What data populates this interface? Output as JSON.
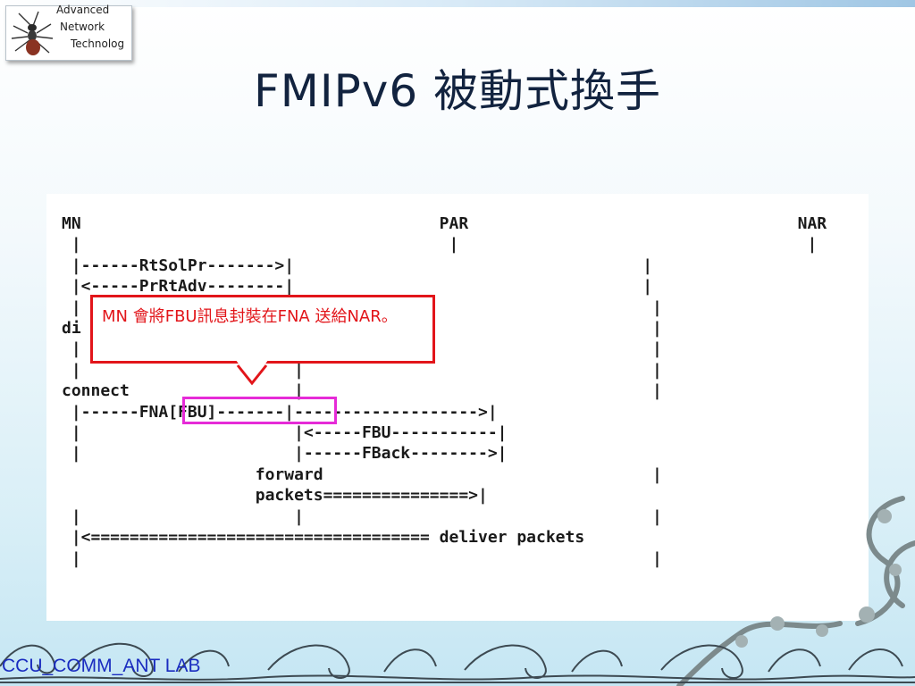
{
  "logo": {
    "lines": [
      "Advanced",
      "Network",
      "Technolog"
    ]
  },
  "title": "FMIPv6 被動式換手",
  "diagram": {
    "lines": [
      "MN                                     PAR                                  NAR",
      " |                                      |                                    |",
      " |------RtSolPr------->|                                    |",
      " |<-----PrRtAdv--------|                                    |",
      " |                      |                                    |",
      "di                      |                                    |",
      " |                      |                                    |",
      " |                      |                                    |",
      "connect                 |                                    |",
      " |------FNA[FBU]-------|------------------->|",
      " |                      |<-----FBU-----------|",
      " |                      |------FBack-------->|",
      "                    forward                                  |",
      "                    packets===============>|",
      " |                      |                                    |",
      " |<=================================== deliver packets",
      " |                                                           |"
    ]
  },
  "callout": {
    "text": "MN 會將FBU訊息封裝在FNA 送給NAR。",
    "color": "#e2151a"
  },
  "highlight_color": "#e62bd7",
  "footer": {
    "lab": "CCU_COMM_ANT LAB"
  }
}
